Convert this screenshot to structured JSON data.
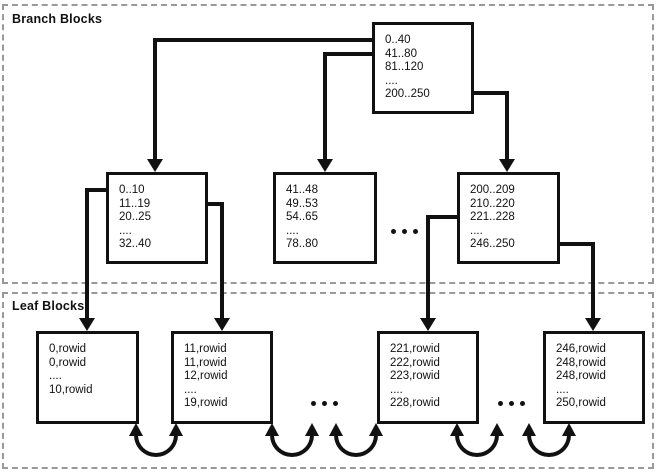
{
  "sections": {
    "branch": {
      "label": "Branch Blocks"
    },
    "leaf": {
      "label": "Leaf Blocks"
    }
  },
  "blocks": {
    "root": {
      "lines": [
        "0..40",
        "41..80",
        "81..120",
        "....",
        "200..250"
      ]
    },
    "branch_left": {
      "lines": [
        "0..10",
        "11..19",
        "20..25",
        "....",
        "32..40"
      ]
    },
    "branch_middle": {
      "lines": [
        "41..48",
        "49..53",
        "54..65",
        "....",
        "78..80"
      ]
    },
    "branch_right": {
      "lines": [
        "200..209",
        "210..220",
        "221..228",
        "....",
        "246..250"
      ]
    },
    "leaf_1": {
      "lines": [
        "0,rowid",
        "0,rowid",
        "....",
        "10,rowid"
      ]
    },
    "leaf_2": {
      "lines": [
        "11,rowid",
        "11,rowid",
        "12,rowid",
        "....",
        "19,rowid"
      ]
    },
    "leaf_3": {
      "lines": [
        "221,rowid",
        "222,rowid",
        "223,rowid",
        "....",
        "228,rowid"
      ]
    },
    "leaf_4": {
      "lines": [
        "246,rowid",
        "248,rowid",
        "248,rowid",
        "....",
        "250,rowid"
      ]
    }
  },
  "ellipses": {
    "branch_row": "...",
    "leaf_row_left": "...",
    "leaf_row_right": "..."
  },
  "colors": {
    "line": "#111111",
    "dashed_border": "#999999",
    "background": "#ffffff",
    "text": "#111111"
  }
}
